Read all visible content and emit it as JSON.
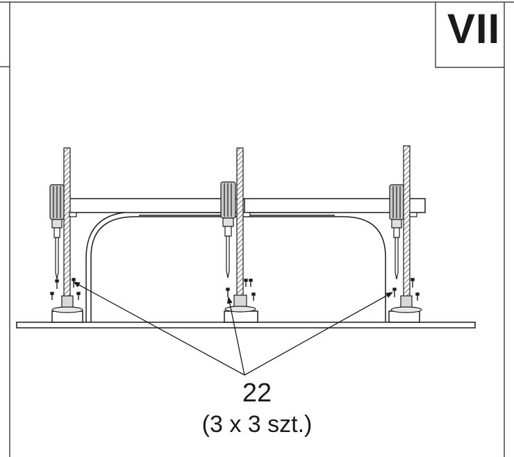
{
  "step": {
    "label": "VII"
  },
  "callout": {
    "part_number": "22",
    "quantity": "(3 x 3 szt.)"
  },
  "colors": {
    "line": "#1a1a1a",
    "handle": "#c8c8c8",
    "background": "#ffffff"
  }
}
